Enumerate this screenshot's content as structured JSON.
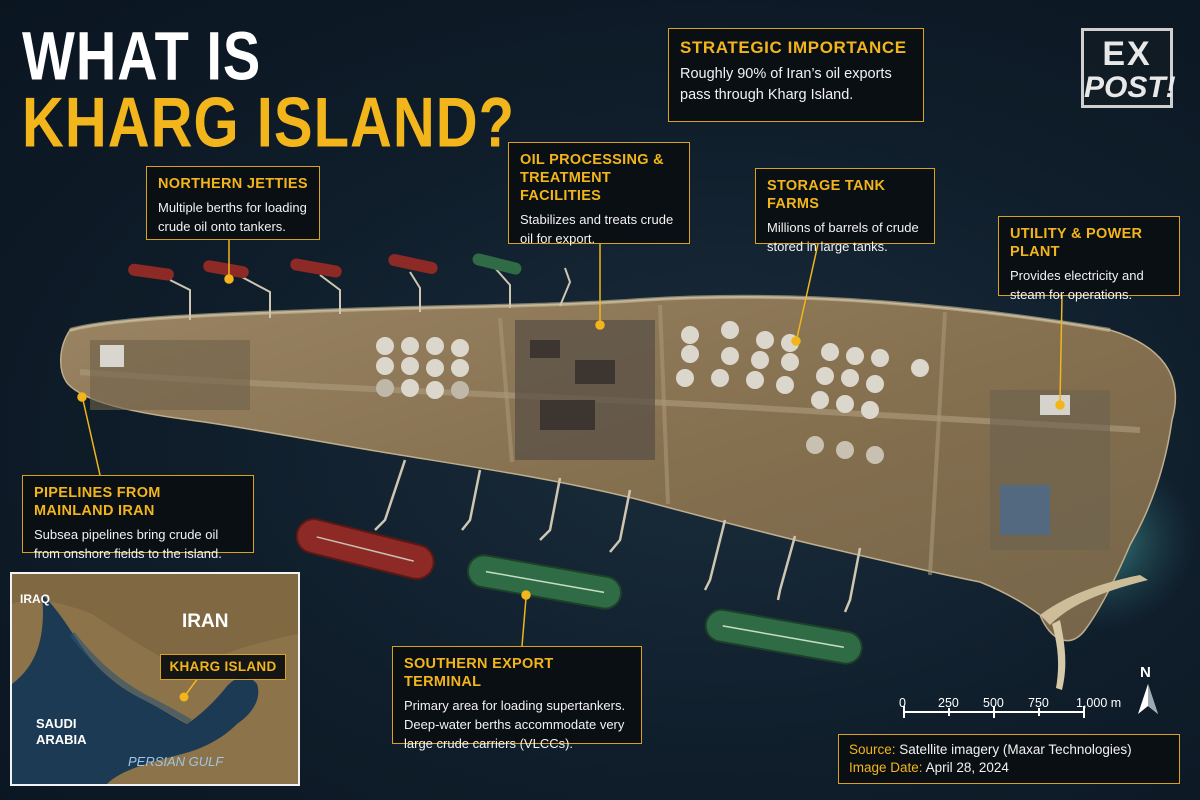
{
  "title": {
    "line1": "WHAT IS",
    "line2": "KHARG ISLAND?"
  },
  "logo": {
    "line1": "EX",
    "line2": "POST!"
  },
  "callouts": {
    "strategic": {
      "heading": "STRATEGIC IMPORTANCE",
      "body": "Roughly 90% of Iran’s oil exports pass through Kharg Island."
    },
    "northern_jetties": {
      "heading": "NORTHERN JETTIES",
      "body": "Multiple berths for loading crude oil onto tankers."
    },
    "oil_processing": {
      "heading": "OIL PROCESSING & TREATMENT FACILITIES",
      "body": "Stabilizes and treats crude oil for export."
    },
    "storage_tanks": {
      "heading": "STORAGE TANK FARMS",
      "body": "Millions of barrels of crude stored in large tanks."
    },
    "utility_power": {
      "heading": "UTILITY & POWER PLANT",
      "body": "Provides electricity and steam for operations."
    },
    "pipelines": {
      "heading": "PIPELINES FROM MAINLAND IRAN",
      "body": "Subsea pipelines bring crude oil from onshore fields to the island."
    },
    "southern_terminal": {
      "heading": "SOUTHERN EXPORT TERMINAL",
      "body": "Primary area for loading supertankers. Deep-water berths accommodate very large crude carriers (VLCCs)."
    }
  },
  "inset_map": {
    "labels": {
      "iraq": "IRAQ",
      "iran": "IRAN",
      "saudi_line1": "SAUDI",
      "saudi_line2": "ARABIA",
      "gulf": "PERSIAN GULF"
    },
    "kharg_tag": "KHARG ISLAND"
  },
  "scale_bar": {
    "ticks": [
      "0",
      "250",
      "500",
      "750",
      "1,000 m"
    ]
  },
  "north_arrow": {
    "label": "N"
  },
  "source": {
    "source_key": "Source:",
    "source_value": "Satellite imagery (Maxar Technologies)",
    "date_key": "Image Date:",
    "date_value": "April 28, 2024"
  },
  "colors": {
    "accent": "#f2b51b",
    "water": "#13222f",
    "land": "#8b7656",
    "tank": "#dcd7cc",
    "tanker_red": "#8e2a25",
    "tanker_green": "#2f6b45"
  },
  "icons": {
    "north": "north-arrow-icon",
    "pointer": "callout-pin-icon"
  }
}
